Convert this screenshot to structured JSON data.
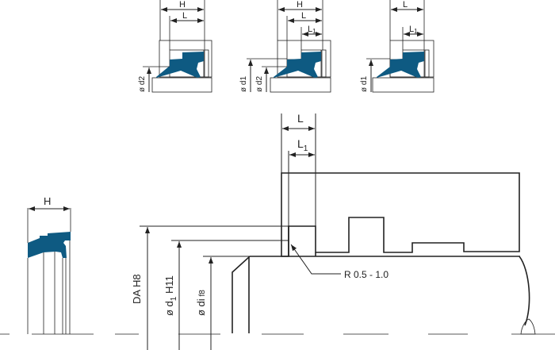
{
  "colors": {
    "seal": "#0e5a82",
    "line": "#222222"
  },
  "thumbnails": [
    {
      "dims": {
        "H": "H",
        "L": "L"
      },
      "diameters": [
        "ø d2"
      ]
    },
    {
      "dims": {
        "H": "H",
        "L": "L",
        "L1": "L",
        "L1_sub": "1"
      },
      "diameters": [
        "ø d1",
        "ø d2"
      ]
    },
    {
      "dims": {
        "L": "L",
        "L1": "L",
        "L1_sub": "1"
      },
      "diameters": [
        "ø d1"
      ]
    }
  ],
  "seal_view": {
    "H": "H"
  },
  "main": {
    "L": "L",
    "L1": "L",
    "L1_sub": "1",
    "DA": "DA  H8",
    "d1": "ø d",
    "d1_sub": "1",
    "d1_tol": " H11",
    "di": "ø di",
    "di_tol": "  f8",
    "radius_note": "R 0.5 - 1.0"
  }
}
